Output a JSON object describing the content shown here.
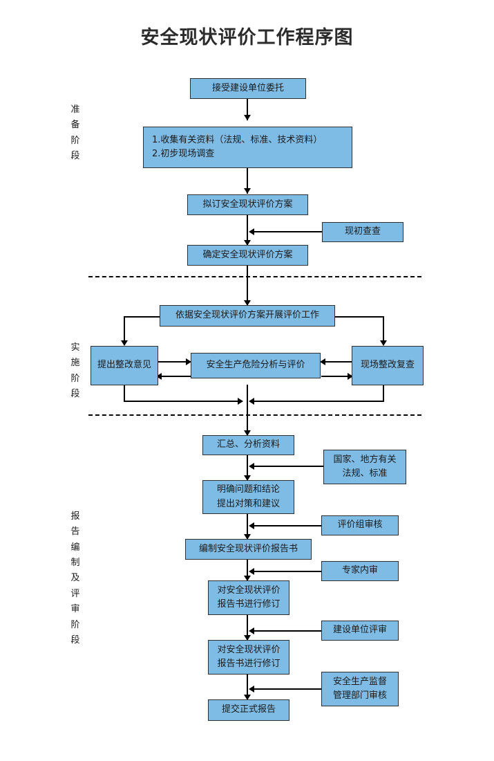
{
  "title": "安全现状评价工作程序图",
  "theme": {
    "node_fill": "#7fbce5",
    "node_border": "#2f2f2f",
    "line_color": "#000000",
    "background": "#ffffff",
    "text_color": "#1a1a1a"
  },
  "stages": [
    {
      "id": "preparation",
      "label": "准备阶段",
      "chars": [
        "准",
        "备",
        "阶",
        "段"
      ]
    },
    {
      "id": "implementation",
      "label": "实施阶段",
      "chars": [
        "实",
        "施",
        "阶",
        "段"
      ]
    },
    {
      "id": "reporting",
      "label": "报告编制及评审阶段",
      "chars": [
        "报",
        "告",
        "编",
        "制",
        "及",
        "评",
        "审",
        "阶",
        "段"
      ]
    }
  ],
  "nodes": {
    "accept_commission": {
      "lines": [
        "接受建设单位委托"
      ]
    },
    "collect_data": {
      "lines": [
        "1.收集有关资料（法规、标准、技术资料）",
        "2.初步现场调查"
      ]
    },
    "draft_plan": {
      "lines": [
        "拟订安全现状评价方案"
      ]
    },
    "preliminary_survey": {
      "lines": [
        "现初查查"
      ]
    },
    "confirm_plan": {
      "lines": [
        "确定安全现状评价方案"
      ]
    },
    "carry_out_evaluation": {
      "lines": [
        "依据安全现状评价方案开展评价工作"
      ]
    },
    "propose_rectification": {
      "lines": [
        "提出整改意见"
      ]
    },
    "hazard_analysis": {
      "lines": [
        "安全生产危险分析与评价"
      ]
    },
    "onsite_recheck": {
      "lines": [
        "现场整改复查"
      ]
    },
    "summarize_analyze": {
      "lines": [
        "汇总、分析资料"
      ]
    },
    "laws_standards": {
      "lines": [
        "国家、地方有关",
        "法规、标准"
      ]
    },
    "clarify_conclusions": {
      "lines": [
        "明确问题和结论",
        "提出对策和建议"
      ]
    },
    "review_group": {
      "lines": [
        "评价组审核"
      ]
    },
    "compile_report": {
      "lines": [
        "编制安全现状评价报告书"
      ]
    },
    "expert_review": {
      "lines": [
        "专家内审"
      ]
    },
    "revise_report_1": {
      "lines": [
        "对安全现状评价",
        "报告书进行修订"
      ]
    },
    "owner_review": {
      "lines": [
        "建设单位评审"
      ]
    },
    "revise_report_2": {
      "lines": [
        "对安全现状评价",
        "报告书进行修订"
      ]
    },
    "supervision_review": {
      "lines": [
        "安全生产监督",
        "管理部门审核"
      ]
    },
    "submit_report": {
      "lines": [
        "提交正式报告"
      ]
    }
  }
}
